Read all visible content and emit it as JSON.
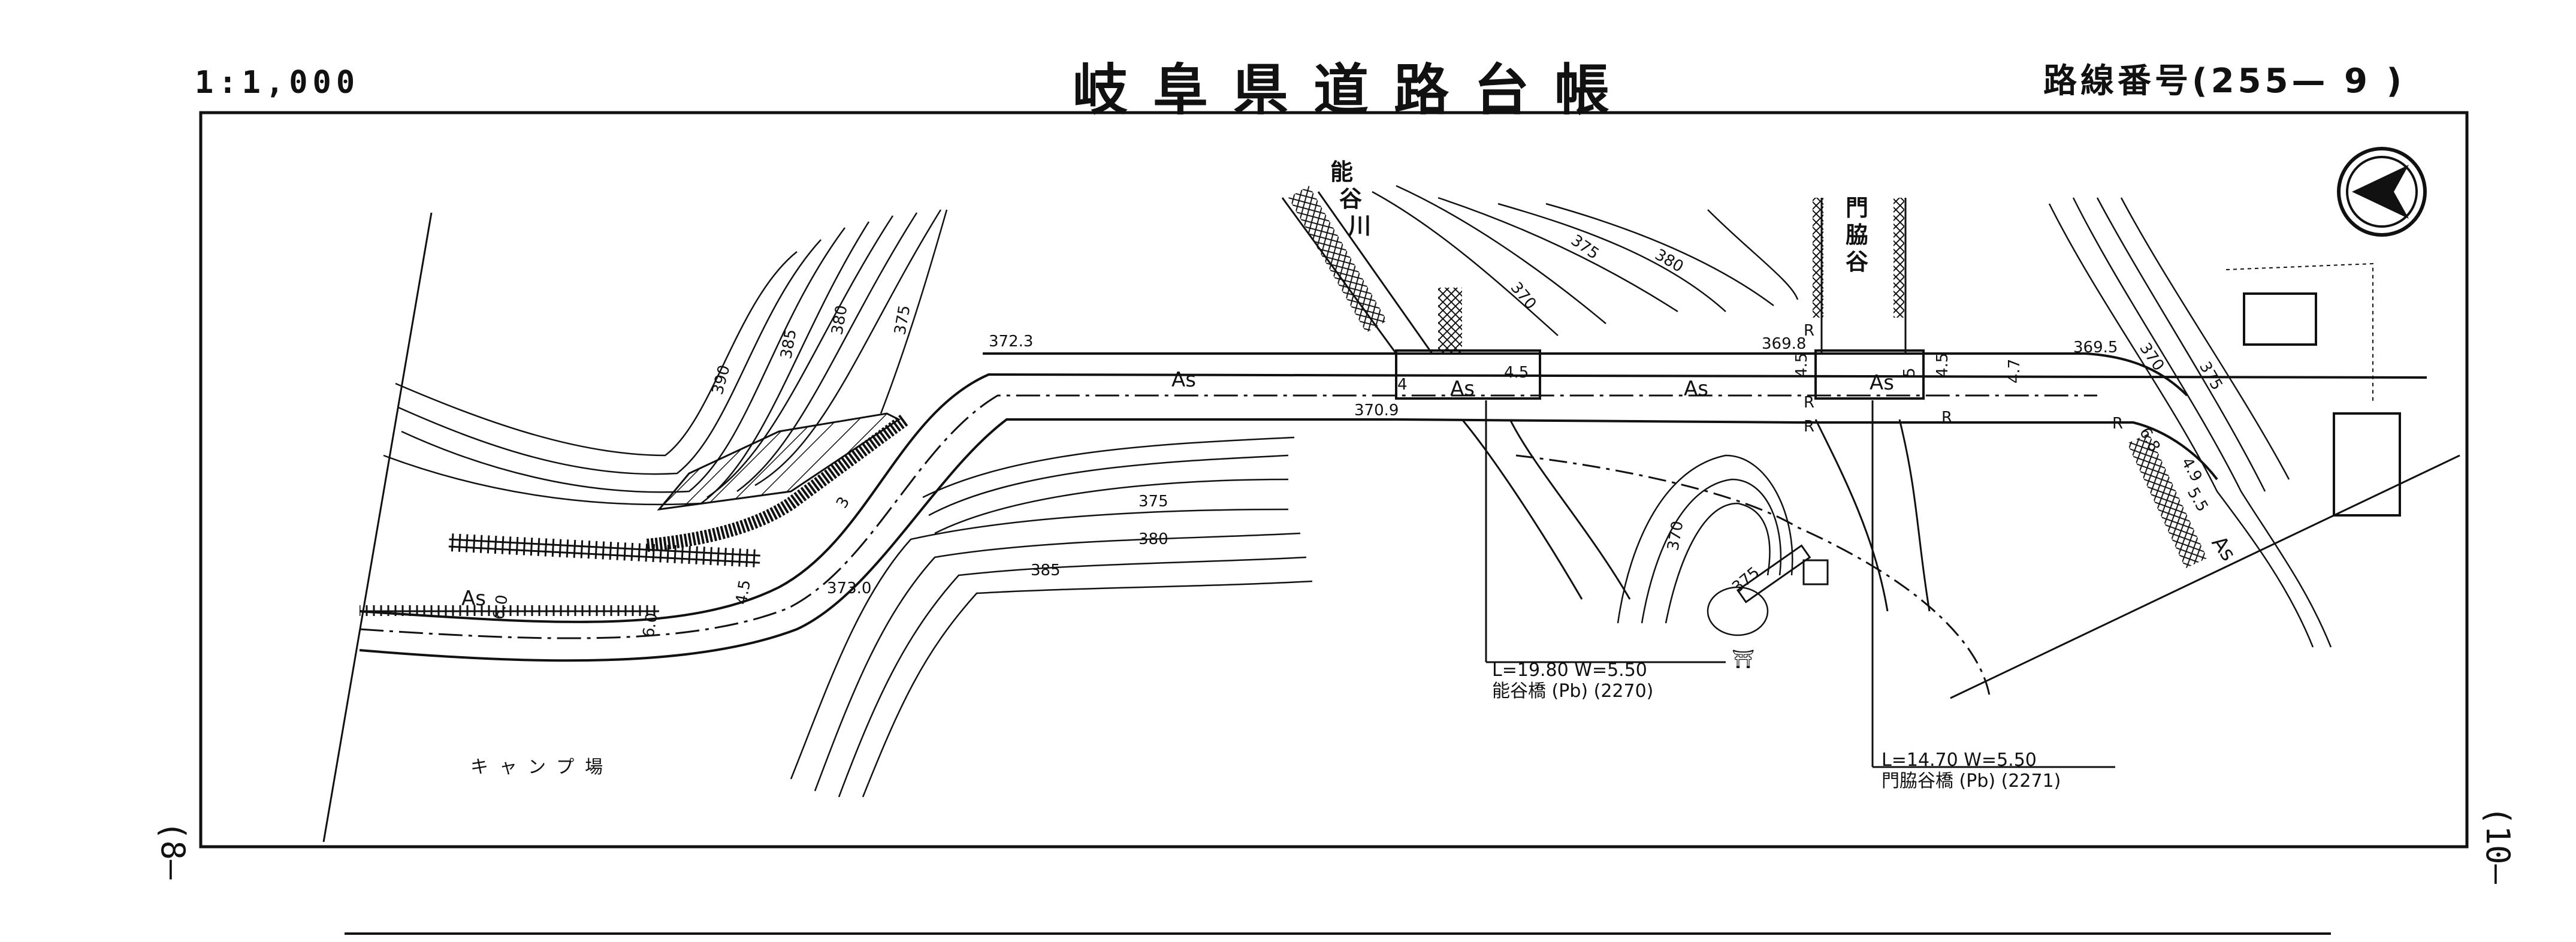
{
  "header": {
    "scale": "1:1,000",
    "title": "岐阜県道路台帳",
    "route_number": "路線番号(255— 9 )"
  },
  "margin_marks": {
    "left": "(8—",
    "right": "(10—"
  },
  "map": {
    "north_arrow": "north-arrow",
    "rivers": [
      {
        "label_chars": [
          "能",
          "谷",
          "川"
        ]
      },
      {
        "label_chars": [
          "門",
          "脇",
          "谷"
        ]
      }
    ],
    "place_label": "キャンプ場",
    "road_surface": "As",
    "elevation_points": [
      "372.3",
      "373.0",
      "370.9",
      "369.8",
      "369.5"
    ],
    "contour_labels": [
      "390",
      "385",
      "380",
      "375",
      "375",
      "380",
      "385",
      "370",
      "375",
      "380",
      "370",
      "375",
      "370",
      "375"
    ],
    "widths": [
      "4.5",
      "6.0",
      "6.0",
      "3",
      "4",
      "4.5",
      "4.5",
      "5",
      "4.5",
      "4.7",
      "6.8",
      "4.9",
      "5.5"
    ],
    "markers": [
      "R",
      "R",
      "R",
      "R",
      "R"
    ],
    "bridges": [
      {
        "dims": "L=19.80 W=5.50",
        "name": "能谷橋 (Pb) (2270)"
      },
      {
        "dims": "L=14.70 W=5.50",
        "name": "門脇谷橋 (Pb) (2271)"
      }
    ],
    "shrine_symbol": "⛩"
  },
  "colors": {
    "ink": "#111111",
    "paper": "#ffffff"
  }
}
